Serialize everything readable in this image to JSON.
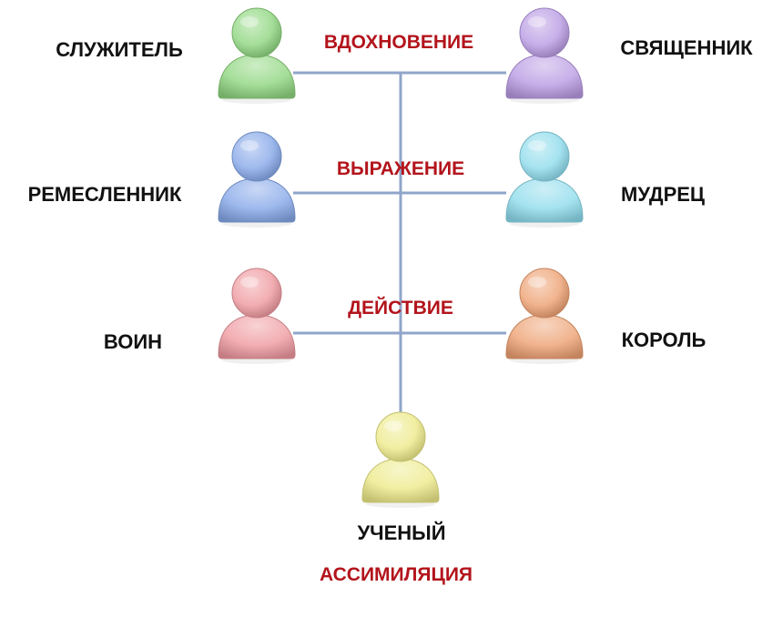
{
  "colors": {
    "connector": "#8fa5c9",
    "stage_text": "#b3141c",
    "role_text": "#111111"
  },
  "stages": {
    "inspiration": "ВДОХНОВЕНИЕ",
    "expression": "ВЫРАЖЕНИЕ",
    "action": "ДЕЙСТВИЕ",
    "assimilation": "АССИМИЛЯЦИЯ"
  },
  "roles": {
    "servant": {
      "label": "СЛУЖИТЕЛЬ",
      "color": "#8fd67f",
      "icon": "person-icon"
    },
    "priest": {
      "label": "СВЯЩЕННИК",
      "color": "#b99be3",
      "icon": "person-icon"
    },
    "artisan": {
      "label": "РЕМЕСЛЕННИК",
      "color": "#86a8e8",
      "icon": "person-icon"
    },
    "sage": {
      "label": "МУДРЕЦ",
      "color": "#8fdcec",
      "icon": "person-icon"
    },
    "warrior": {
      "label": "ВОИН",
      "color": "#ef9aa0",
      "icon": "person-icon"
    },
    "king": {
      "label": "КОРОЛЬ",
      "color": "#eea173",
      "icon": "person-icon"
    },
    "scholar": {
      "label": "УЧЕНЫЙ",
      "color": "#eeea8a",
      "icon": "person-icon"
    }
  }
}
